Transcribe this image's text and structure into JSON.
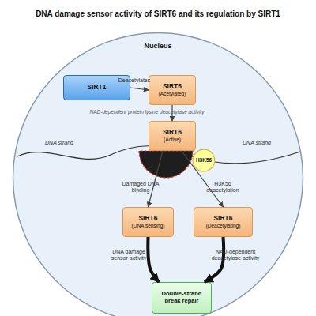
{
  "diagram": {
    "title": "DNA damage sensor activity of SIRT6 and its regulation by SIRT1",
    "nodes": [
      {
        "text": [
          "Nucleus"
        ]
      },
      {
        "text": [
          "SIRT1"
        ],
        "in": 0
      },
      {
        "text": [
          "SIRT6",
          "(Acetylated)"
        ],
        "in": 0
      },
      {
        "text": [
          "SIRT6",
          "(Active)"
        ],
        "in": 0
      },
      {
        "text": [
          "H3K56"
        ],
        "in": 0
      },
      {
        "text": [
          "SIRT6",
          "(DNA sensing)"
        ],
        "in": 0
      },
      {
        "text": [
          "SIRT6",
          "(Deacetylating)"
        ],
        "in": 0
      },
      {
        "text": [
          "Double-strand break repair"
        ],
        "in": 0
      }
    ],
    "edges": [
      {
        "from": 1,
        "to": 2,
        "label": "Deacetylates",
        "arrow": "to"
      },
      {
        "from": 2,
        "to": 3,
        "arrow": "to"
      },
      {
        "from": 3,
        "to": 5,
        "label": "Damaged DNA binding",
        "arrow": "to"
      },
      {
        "from": 3,
        "to": 6,
        "label": "H3K56 deacetylation",
        "arrow": "to"
      },
      {
        "from": 5,
        "to": 7,
        "label": "DNA damage sensor activity",
        "arrow": "to"
      },
      {
        "from": 6,
        "to": 7,
        "label": "NAD-dependent deacetylase activity",
        "arrow": "to"
      }
    ],
    "labels": [
      "NAD-dependent protein lysine deacetylase activity",
      "DNA strand",
      "DNA strand"
    ]
  }
}
